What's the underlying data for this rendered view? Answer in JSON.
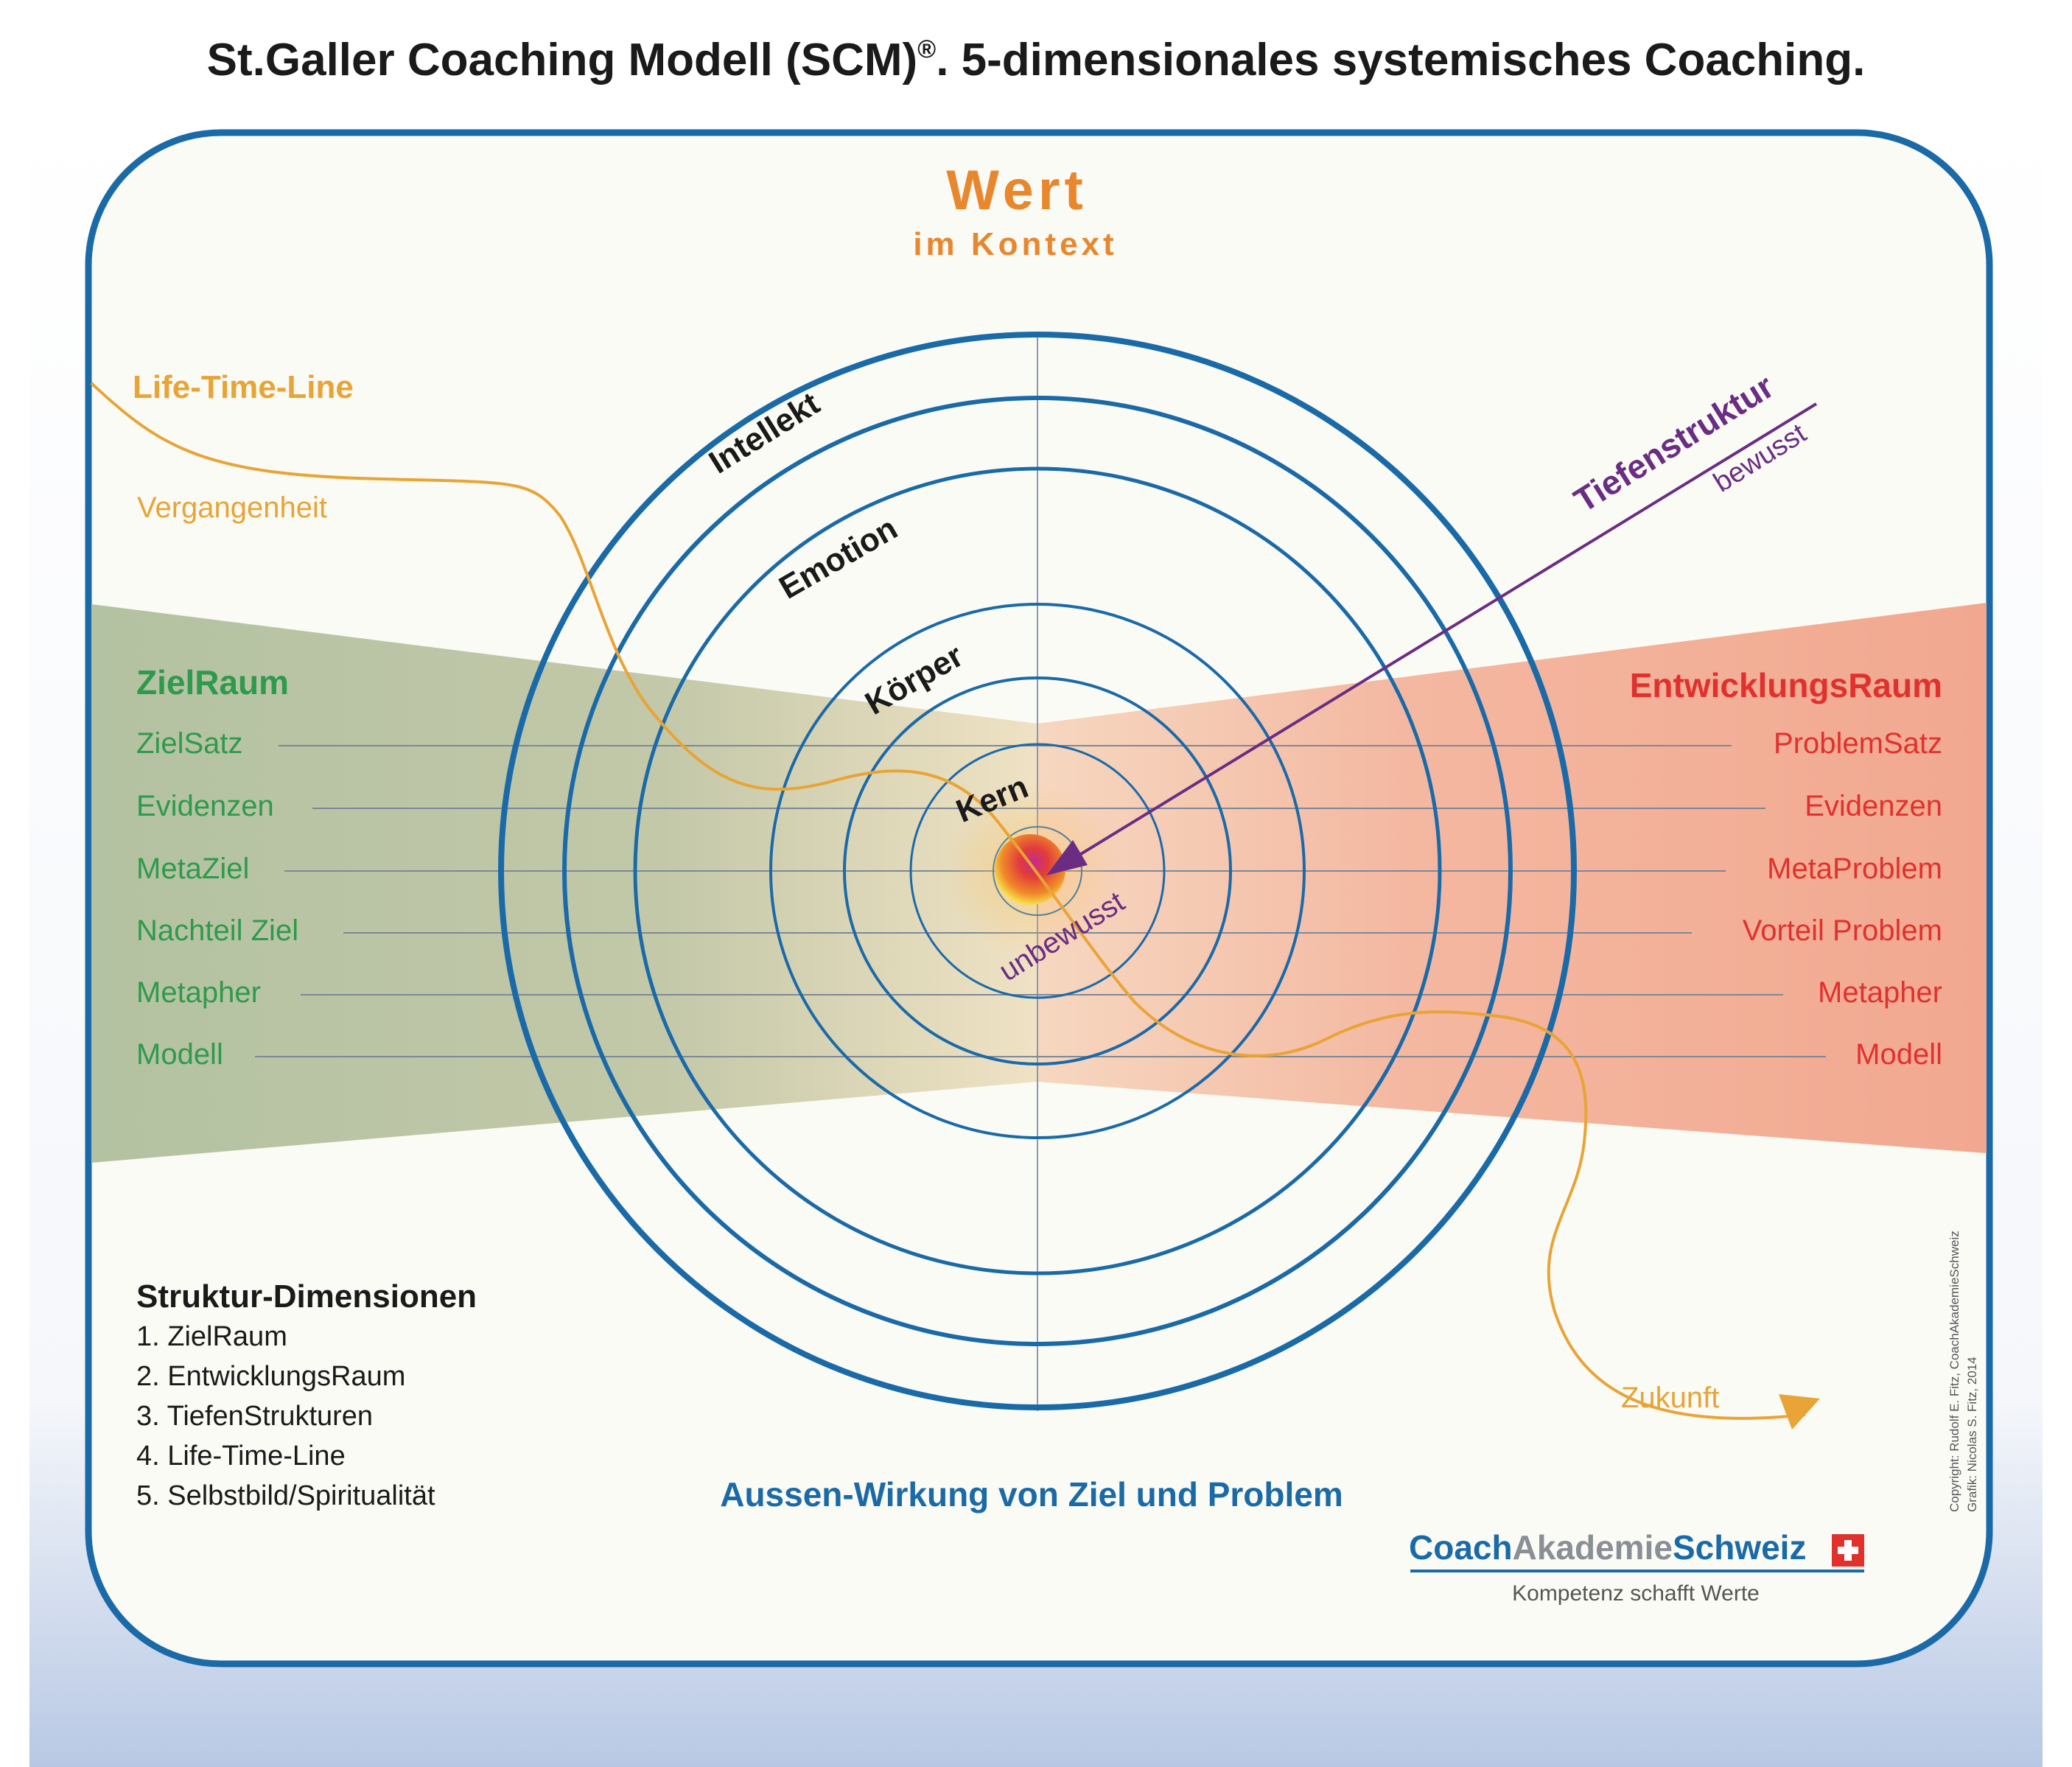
{
  "title": "St.Galler Coaching Modell (SCM)",
  "title_mark": "®",
  "title_rest": ". 5-dimensionales systemisches Coaching.",
  "wert": {
    "title": "Wert",
    "subtitle": "im Kontext"
  },
  "rings": {
    "intellekt": "Intellekt",
    "emotion": "Emotion",
    "koerper": "Körper",
    "kern": "Kern"
  },
  "lifetime": {
    "title": "Life-Time-Line",
    "past": "Vergangenheit",
    "future": "Zukunft"
  },
  "tiefe": {
    "title": "Tiefenstruktur",
    "bewusst": "bewusst",
    "unbewusst": "unbewusst"
  },
  "ziel": {
    "title": "ZielRaum",
    "items": [
      "ZielSatz",
      "Evidenzen",
      "MetaZiel",
      "Nachteil Ziel",
      "Metapher",
      "Modell"
    ]
  },
  "entwicklung": {
    "title": "EntwicklungsRaum",
    "items": [
      "ProblemSatz",
      "Evidenzen",
      "MetaProblem",
      "Vorteil Problem",
      "Metapher",
      "Modell"
    ]
  },
  "struktur": {
    "title": "Struktur-Dimensionen",
    "items": [
      "1. ZielRaum",
      "2. EntwicklungsRaum",
      "3. TiefenStrukturen",
      "4. Life-Time-Line",
      "5. Selbstbild/Spiritualität"
    ]
  },
  "aussen": "Aussen-Wirkung von Ziel und Problem",
  "logo": {
    "part1": "Coach",
    "part2": "Akademie",
    "part3": "Schweiz",
    "tagline": "Kompetenz schafft Werte"
  },
  "copyright": {
    "line1": "Copyright: Rudolf E. Fitz, CoachAkademieSchweiz",
    "line2": "Grafik: Nicolas S. Fitz, 2014"
  },
  "colors": {
    "ring": "#1b6aa8",
    "orange": "#e8872e",
    "gold": "#e8a436",
    "green": "#2e9a4c",
    "red": "#e0312d",
    "purple": "#6a2d83",
    "dark": "#1a1a1a",
    "navy": "#1b6aa8"
  }
}
